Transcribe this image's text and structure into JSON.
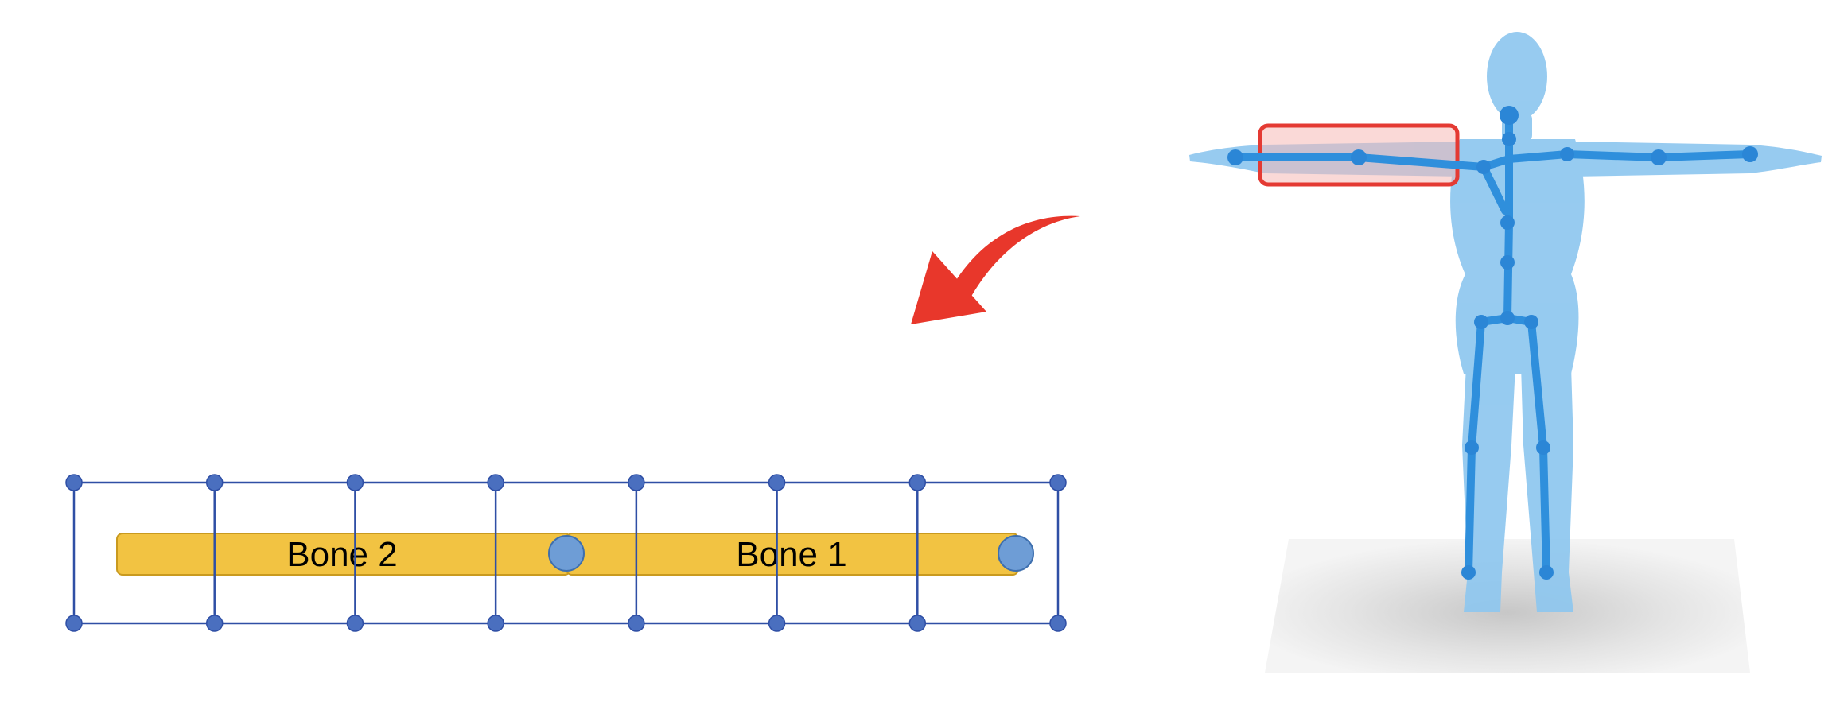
{
  "diagram": {
    "lattice": {
      "columns": 8,
      "node_color": "#4a6fbf",
      "line_color": "#2f4fa5"
    },
    "bones": [
      {
        "id": "bone-2",
        "label": "Bone 2"
      },
      {
        "id": "bone-1",
        "label": "Bone 1"
      }
    ],
    "colors": {
      "bone_fill": "#f2c342",
      "bone_stroke": "#c99a1f",
      "joint_fill": "#6e9dd6",
      "joint_stroke": "#3e6fae",
      "arrow": "#e8372b",
      "highlight_stroke": "#e43a33",
      "highlight_fill": "#f6b9b6",
      "figure_body": "#8ec7ef",
      "skeleton": "#2f8fdc",
      "floor": "#ececec"
    },
    "figure": {
      "description_icon": "humanoid-rig-icon"
    }
  }
}
